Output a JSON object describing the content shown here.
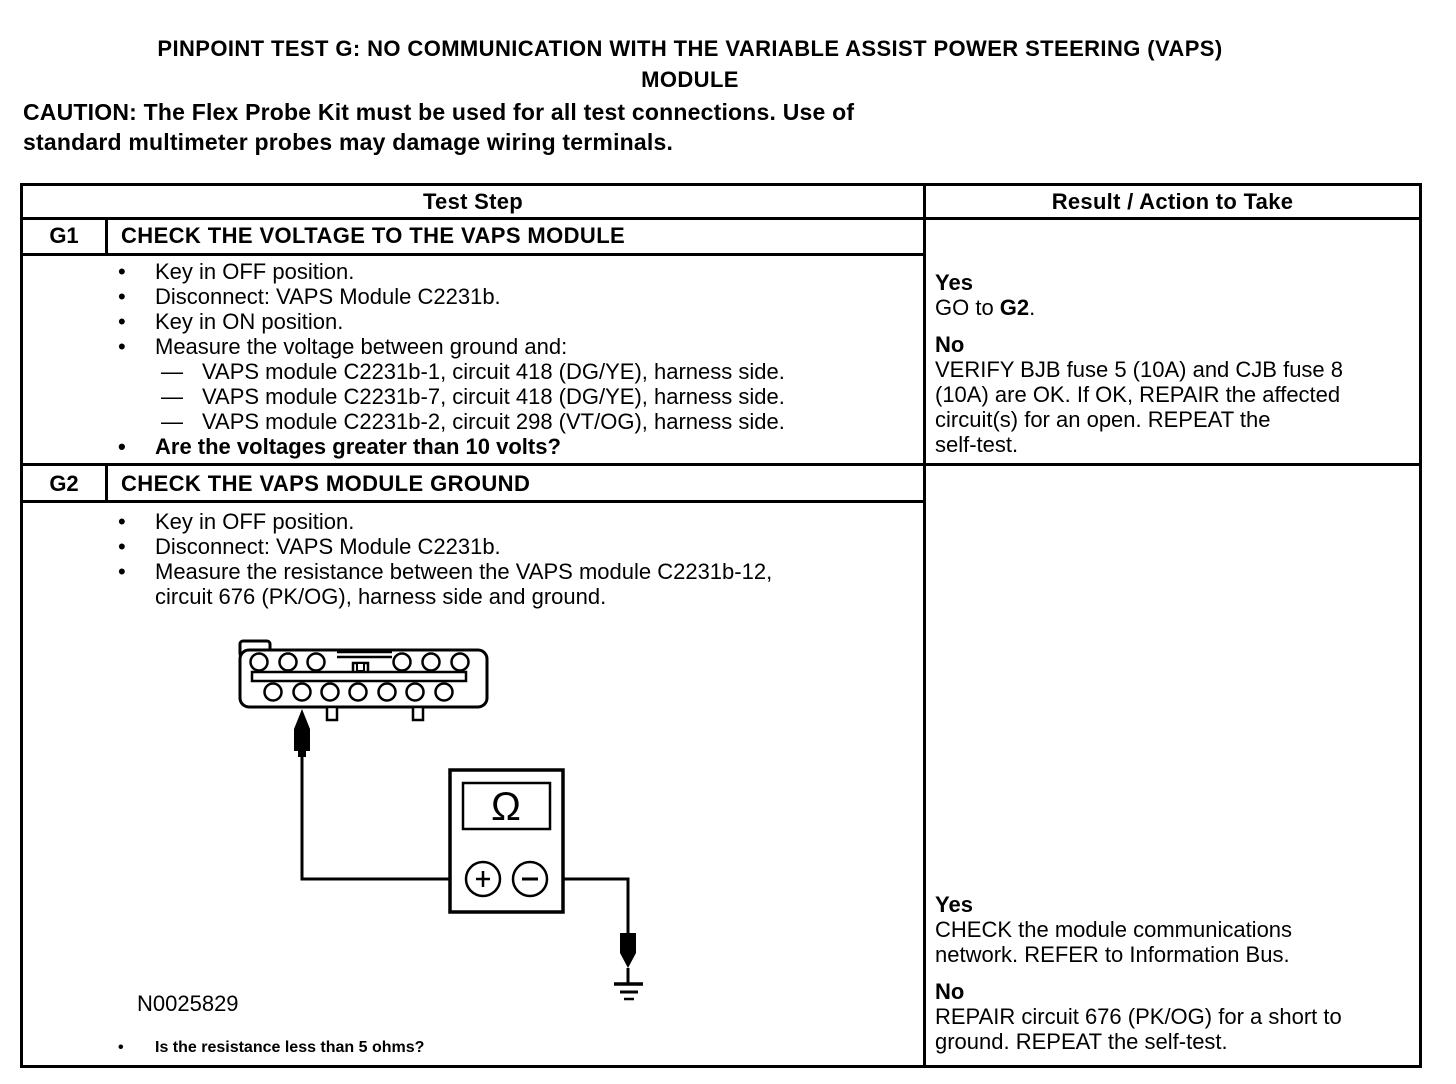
{
  "document": {
    "title_lines": [
      "PINPOINT TEST G: NO COMMUNICATION WITH THE VARIABLE ASSIST POWER STEERING (VAPS)",
      "MODULE"
    ],
    "caution_lines": [
      "CAUTION: The Flex Probe Kit must be used for all test connections. Use of",
      "standard multimeter probes may damage wiring terminals."
    ]
  },
  "markers": {
    "bullet": "•",
    "dash": "—"
  },
  "table": {
    "headers": {
      "test_step": "Test Step",
      "result": "Result / Action to Take"
    },
    "g1": {
      "id": "G1",
      "title": "CHECK THE VOLTAGE TO THE VAPS MODULE",
      "bullets": [
        "Key in OFF position.",
        "Disconnect: VAPS Module C2231b.",
        "Key in ON position.",
        "Measure the voltage between ground and:"
      ],
      "dash_items": [
        "VAPS module C2231b-1, circuit 418 (DG/YE), harness side.",
        "VAPS module C2231b-7, circuit 418 (DG/YE), harness side.",
        "VAPS module C2231b-2, circuit 298 (VT/OG), harness side."
      ],
      "question": "Are the voltages greater than 10 volts?",
      "result": {
        "yes_label": "Yes",
        "yes_prefix": "GO to ",
        "yes_target": "G2",
        "yes_suffix": ".",
        "no_label": "No",
        "no_lines": [
          "VERIFY BJB fuse 5 (10A) and CJB fuse 8",
          "(10A) are OK. If OK, REPAIR the affected",
          "circuit(s) for an open. REPEAT the",
          "self-test."
        ]
      }
    },
    "g2": {
      "id": "G2",
      "title": "CHECK THE VAPS MODULE GROUND",
      "bullets": [
        "Key in OFF position.",
        "Disconnect: VAPS Module C2231b."
      ],
      "bullet_wrap_lines": [
        "Measure the resistance between the VAPS module C2231b-12,",
        "circuit 676 (PK/OG), harness side and ground."
      ],
      "question": "Is the resistance less than 5 ohms?",
      "figure_label": "N0025829",
      "meter": {
        "symbol": "Ω",
        "plus": "+",
        "minus": "−"
      },
      "result": {
        "yes_label": "Yes",
        "yes_lines": [
          "CHECK the module communications",
          "network. REFER to Information Bus."
        ],
        "no_label": "No",
        "no_lines": [
          "REPAIR circuit 676 (PK/OG) for a short to",
          "ground. REPEAT the self-test."
        ]
      }
    }
  }
}
